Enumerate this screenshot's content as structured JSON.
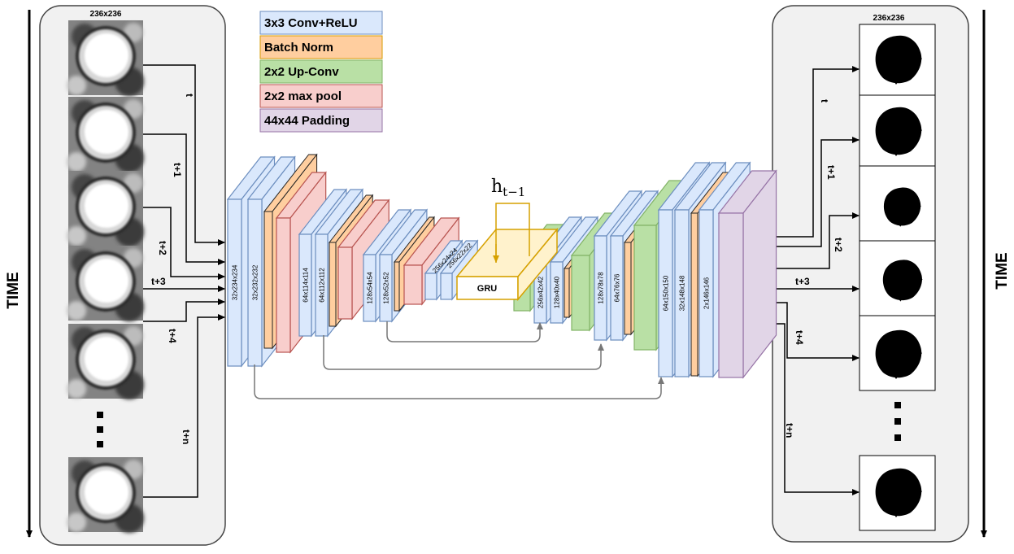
{
  "time_label": "TIME",
  "input_size": "236x236",
  "output_size": "236x236",
  "time_steps": [
    "t",
    "t+1",
    "t+2",
    "t+3",
    "t+4",
    "t+n"
  ],
  "ellipsis": "•\n•\n•",
  "legend": [
    {
      "label": "3x3 Conv+ReLU",
      "color": "#dae8fc",
      "stroke": "#6c8ebf"
    },
    {
      "label": "Batch Norm",
      "color": "#ffce9f",
      "stroke": "#d79b00"
    },
    {
      "label": "2x2 Up-Conv",
      "color": "#b9e0a5",
      "stroke": "#82b366"
    },
    {
      "label": "2x2 max pool",
      "color": "#f8cecc",
      "stroke": "#b85450"
    },
    {
      "label": "44x44 Padding",
      "color": "#e1d5e7",
      "stroke": "#9673a6"
    }
  ],
  "hidden_state": "h",
  "hidden_state_sub": "t−1",
  "gru_label": "GRU",
  "layers": {
    "enc1a": "32x234x234",
    "enc1b": "32x232x232",
    "enc2a": "64x114x114",
    "enc2b": "64x112x112",
    "enc3a": "128x54x54",
    "enc3b": "128x52x52",
    "enc4a": "256x24x24",
    "enc4b": "256x22x22",
    "dec4": "256x42x42",
    "dec4b": "128x40x40",
    "dec3a": "128x78x78",
    "dec3b": "64x76x76",
    "dec2a": "64x150x150",
    "dec2b": "32x148x148",
    "out": "2x146x146"
  },
  "colors": {
    "conv": "#dae8fc",
    "conv_stroke": "#6c8ebf",
    "bn": "#ffce9f",
    "bn_stroke": "#d79b00",
    "up": "#b9e0a5",
    "up_stroke": "#82b366",
    "pool": "#f8cecc",
    "pool_stroke": "#b85450",
    "pad": "#e1d5e7",
    "pad_stroke": "#9673a6",
    "gru": "#fff2cc",
    "gru_stroke": "#d6a100",
    "skip": "#777777"
  }
}
